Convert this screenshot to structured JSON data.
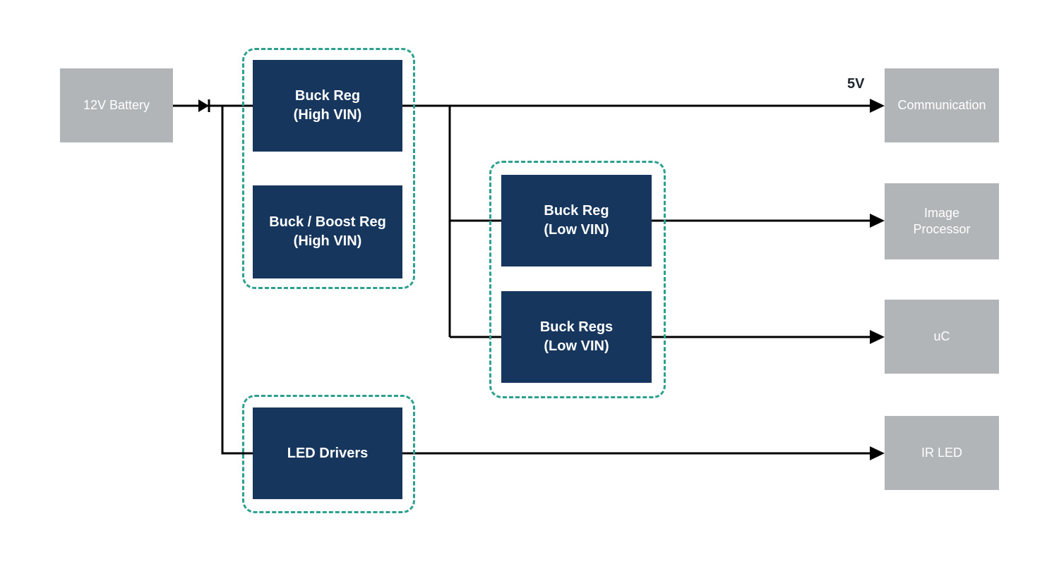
{
  "colors": {
    "regulator_block": "#17365D",
    "endpoint_block": "#B2B5B8",
    "group_outline": "#2BA08E",
    "connector": "#000000"
  },
  "battery": {
    "label": "12V Battery"
  },
  "regulators": {
    "buck_high": {
      "line1": "Buck Reg",
      "line2": "(High VIN)"
    },
    "buck_boost_high": {
      "line1": "Buck / Boost Reg",
      "line2": "(High VIN)"
    },
    "buck_low": {
      "line1": "Buck Reg",
      "line2": "(Low VIN)"
    },
    "buck_regs_low": {
      "line1": "Buck Regs",
      "line2": "(Low VIN)"
    },
    "led_drivers": {
      "line1": "LED Drivers"
    }
  },
  "loads": {
    "communication": {
      "label": "Communication"
    },
    "image_processor": {
      "label": "Image Processor"
    },
    "uc": {
      "label": "uC"
    },
    "ir_led": {
      "label": "IR LED"
    }
  },
  "labels": {
    "rail_5v": "5V"
  }
}
